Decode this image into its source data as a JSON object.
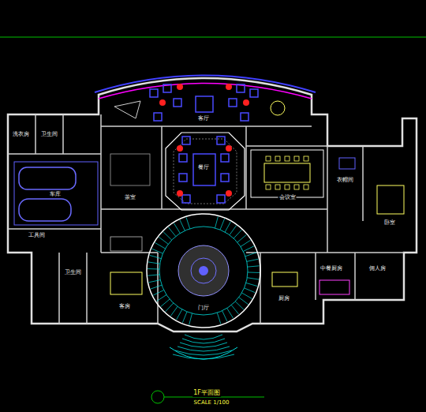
{
  "diagram": {
    "title": "1F平面图",
    "caption": "SCALE 1/100",
    "nodes": [
      {
        "text": [
          "客厅"
        ]
      },
      {
        "text": [
          "洗衣房"
        ]
      },
      {
        "text": [
          "卫生间"
        ]
      },
      {
        "text": [
          "茶室"
        ]
      },
      {
        "text": [
          "餐厅"
        ]
      },
      {
        "text": [
          "会议室"
        ]
      },
      {
        "text": [
          "衣帽间"
        ]
      },
      {
        "text": [
          "卧室"
        ]
      },
      {
        "text": [
          "车库"
        ]
      },
      {
        "text": [
          "工具间"
        ]
      },
      {
        "text": [
          "卫生间"
        ]
      },
      {
        "text": [
          "客房"
        ]
      },
      {
        "text": [
          "门厅"
        ]
      },
      {
        "text": [
          "厨房"
        ]
      },
      {
        "text": [
          "中餐厨房"
        ]
      },
      {
        "text": [
          "佣人房"
        ]
      }
    ]
  }
}
